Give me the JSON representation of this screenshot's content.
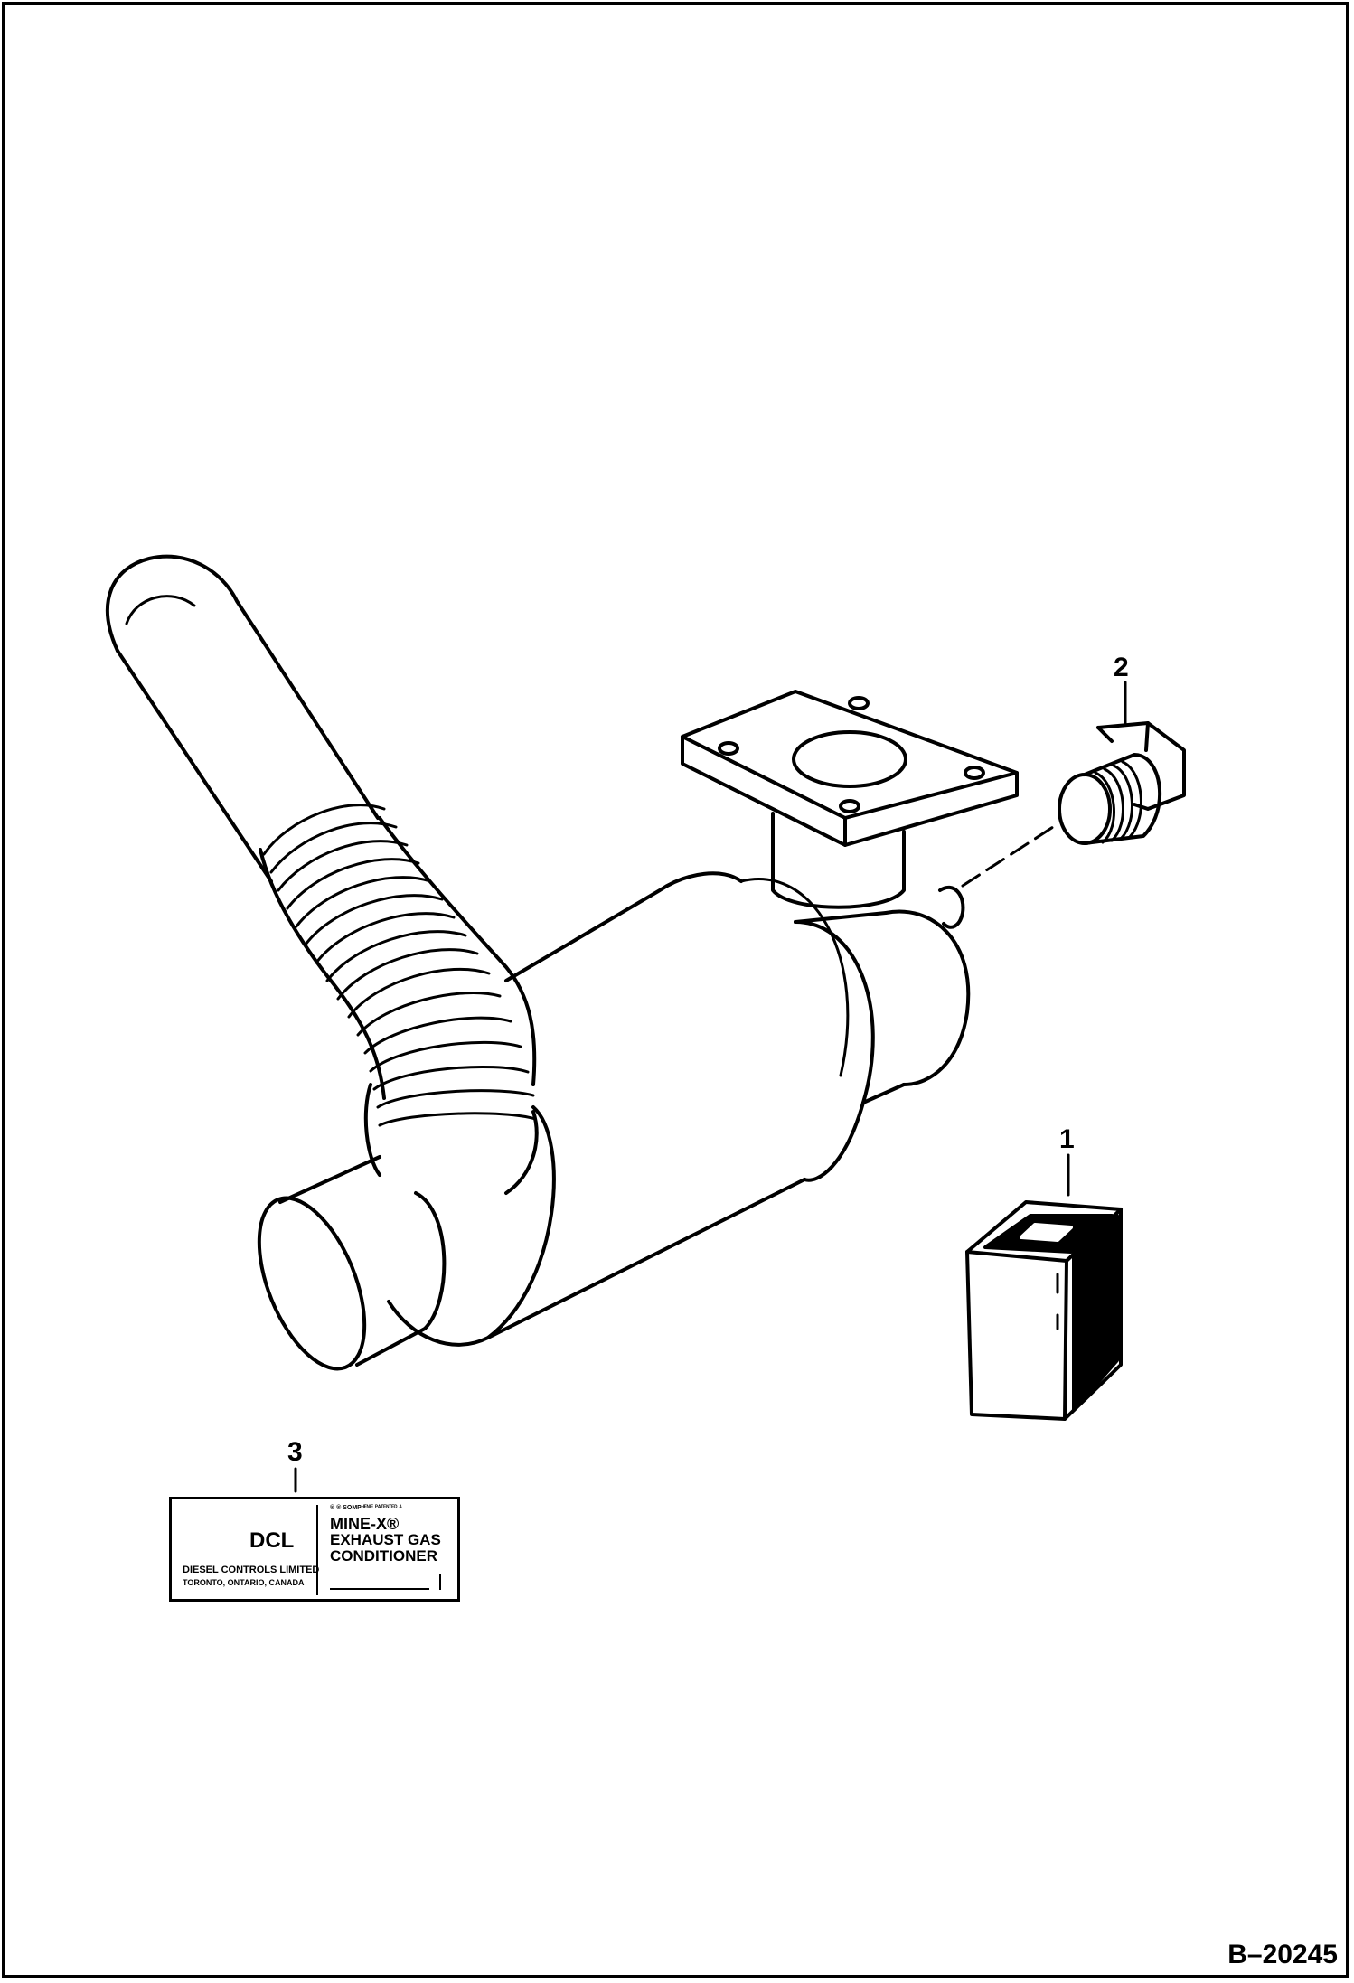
{
  "callouts": [
    {
      "id": "1",
      "label": "1"
    },
    {
      "id": "2",
      "label": "2"
    },
    {
      "id": "3",
      "label": "3"
    }
  ],
  "figure_code": "B–20245",
  "decal": {
    "brand": "DCL",
    "company": "DIESEL CONTROLS LIMITED",
    "location": "TORONTO, ONTARIO, CANADA",
    "fine_print": "® ® SOMPᴴᴱᴺᴵᴱ ᴾᴬᵀᴱᴺᵀᴱᴰ ᴬ",
    "product_line1": "MINE-X®",
    "product_line2": "EXHAUST GAS",
    "product_line3": "CONDITIONER"
  },
  "colors": {
    "ink": "#000000",
    "paper": "#ffffff"
  }
}
